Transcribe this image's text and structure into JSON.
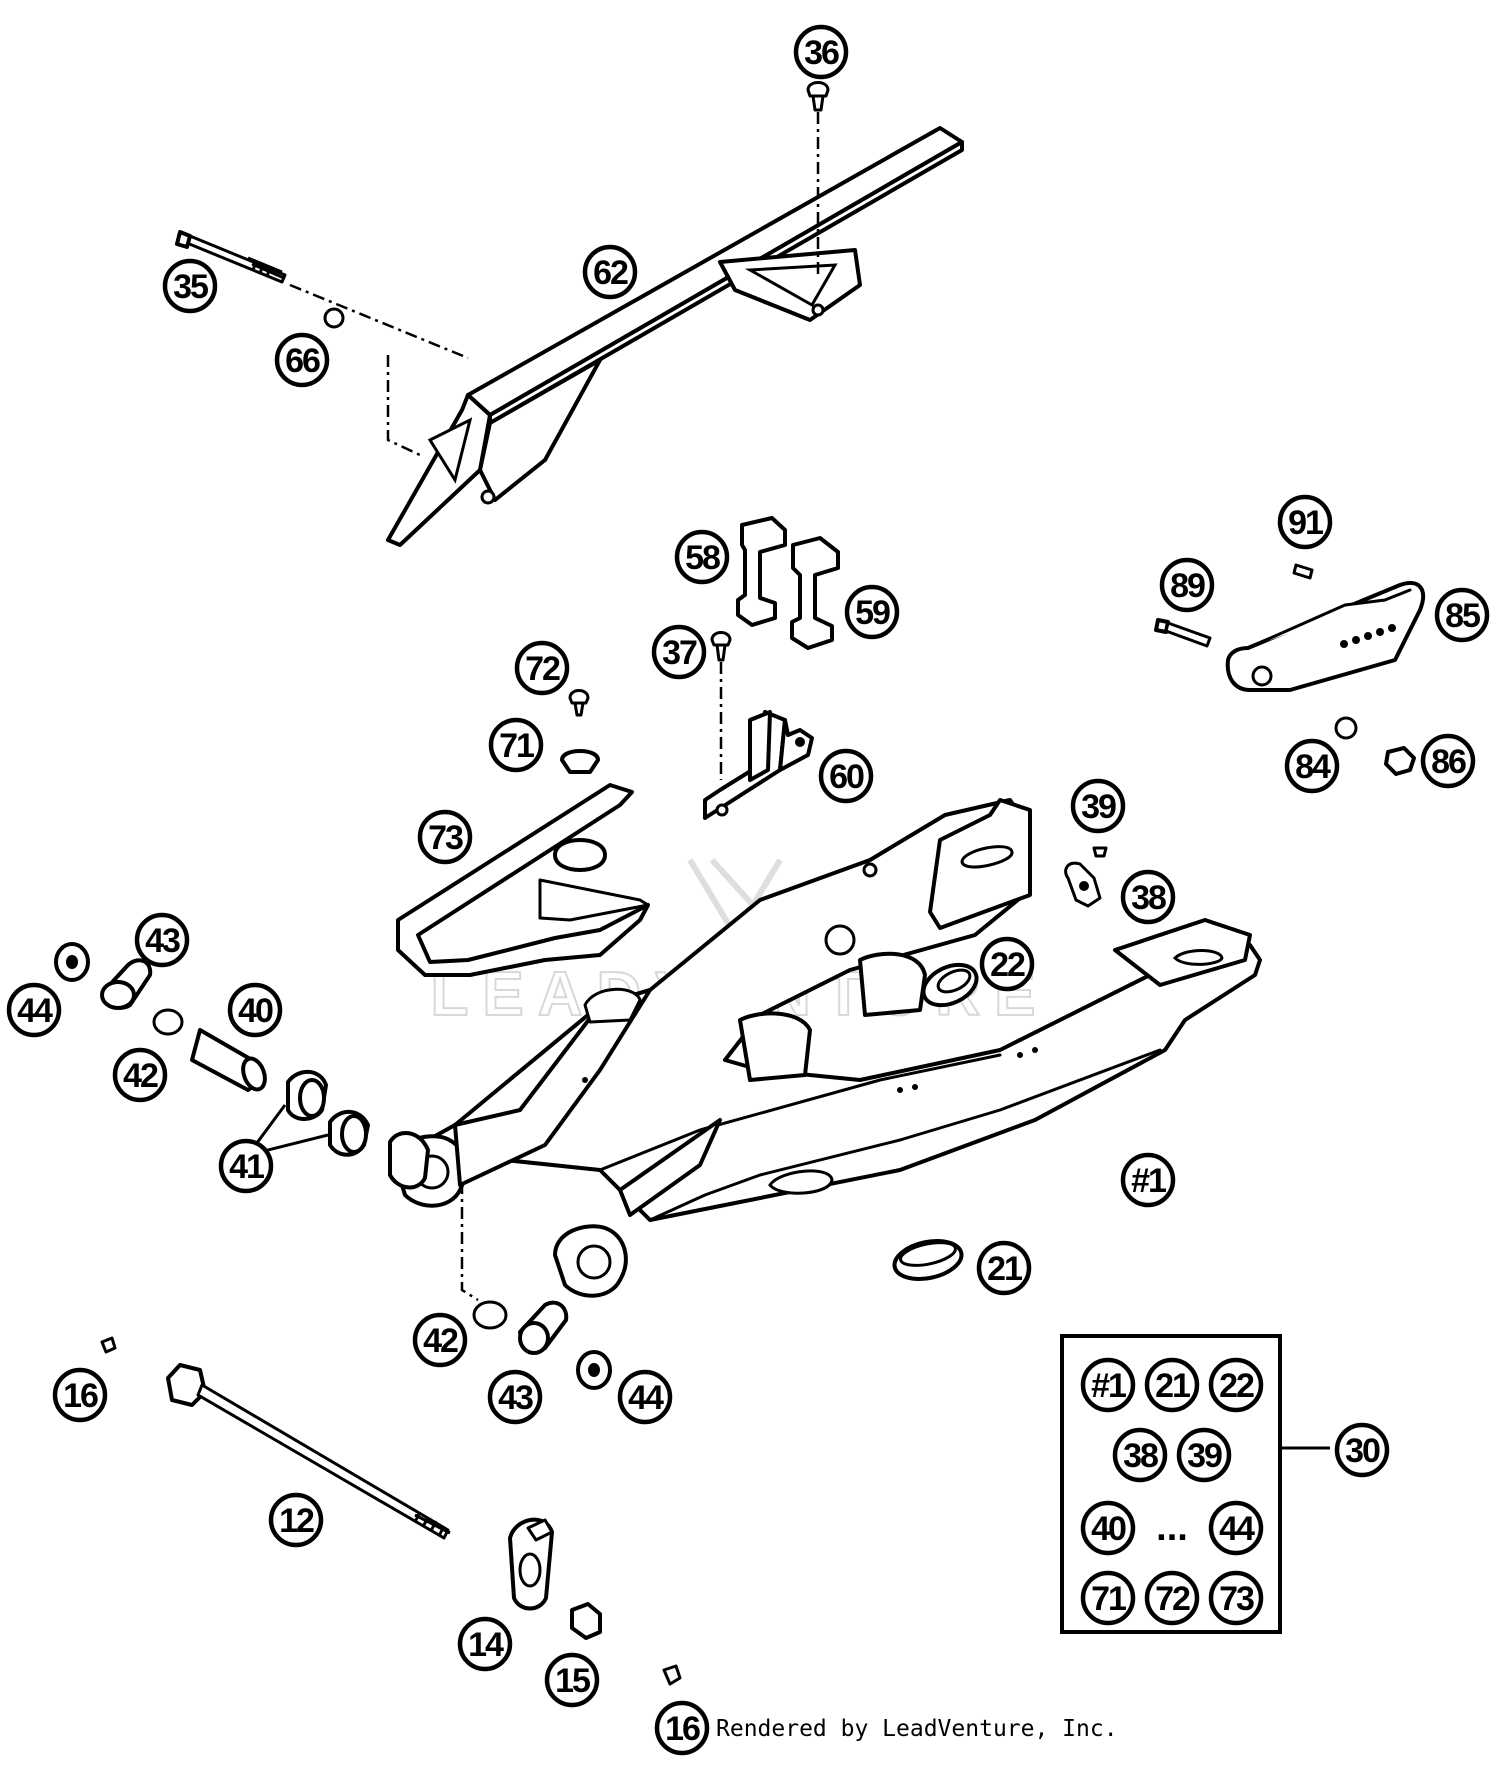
{
  "watermark": "LEADVENTURE",
  "credit": "Rendered by LeadVenture, Inc.",
  "callouts": [
    {
      "id": "c36",
      "label": "36"
    },
    {
      "id": "c35",
      "label": "35"
    },
    {
      "id": "c62",
      "label": "62"
    },
    {
      "id": "c66",
      "label": "66"
    },
    {
      "id": "c58",
      "label": "58"
    },
    {
      "id": "c59",
      "label": "59"
    },
    {
      "id": "c91",
      "label": "91"
    },
    {
      "id": "c89",
      "label": "89"
    },
    {
      "id": "c85",
      "label": "85"
    },
    {
      "id": "c37",
      "label": "37"
    },
    {
      "id": "c72",
      "label": "72"
    },
    {
      "id": "c71",
      "label": "71"
    },
    {
      "id": "c60",
      "label": "60"
    },
    {
      "id": "c84",
      "label": "84"
    },
    {
      "id": "c86",
      "label": "86"
    },
    {
      "id": "c73",
      "label": "73"
    },
    {
      "id": "c39",
      "label": "39"
    },
    {
      "id": "c38",
      "label": "38"
    },
    {
      "id": "c43a",
      "label": "43"
    },
    {
      "id": "c22",
      "label": "22"
    },
    {
      "id": "c44a",
      "label": "44"
    },
    {
      "id": "c40",
      "label": "40"
    },
    {
      "id": "c42a",
      "label": "42"
    },
    {
      "id": "c41",
      "label": "41"
    },
    {
      "id": "c1",
      "label": "#1"
    },
    {
      "id": "c21",
      "label": "21"
    },
    {
      "id": "c42b",
      "label": "42"
    },
    {
      "id": "c16a",
      "label": "16"
    },
    {
      "id": "c43b",
      "label": "43"
    },
    {
      "id": "c44b",
      "label": "44"
    },
    {
      "id": "c12",
      "label": "12"
    },
    {
      "id": "c14",
      "label": "14"
    },
    {
      "id": "c15",
      "label": "15"
    },
    {
      "id": "c16b",
      "label": "16"
    },
    {
      "id": "c30",
      "label": "30"
    }
  ],
  "kit": {
    "row1": [
      "#1",
      "21",
      "22"
    ],
    "row2": [
      "38",
      "39"
    ],
    "row3_start": "40",
    "row3_sep": "...",
    "row3_end": "44",
    "row4": [
      "71",
      "72",
      "73"
    ]
  }
}
